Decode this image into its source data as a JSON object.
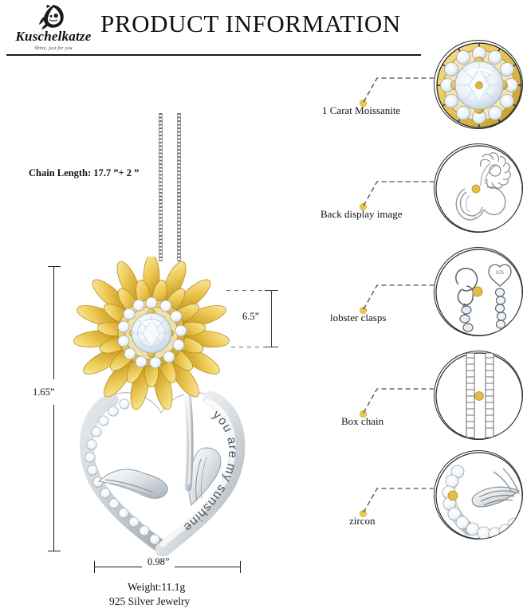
{
  "brand": {
    "name": "Kuschelkatze",
    "tagline": "Shine, just for you",
    "mark_icon": "cat-head-logo-icon"
  },
  "header": {
    "title": "PRODUCT INFORMATION"
  },
  "product": {
    "engraving": "you are my sunshine",
    "weight": "Weight:11.1g",
    "material": "925 Silver Jewelry",
    "chain_length_label": "Chain Length: 17.7 ”+ 2 ”"
  },
  "dimensions": {
    "height": "1.65”",
    "width": "0.98”",
    "sunflower": "6.5”"
  },
  "callouts": [
    {
      "label": "1 Carat Moissanite",
      "icon": "halo-moissanite-stone-icon"
    },
    {
      "label": "Back display image",
      "icon": "pendant-back-view-icon"
    },
    {
      "label": "lobster clasps",
      "icon": "lobster-clasp-icon"
    },
    {
      "label": "Box chain",
      "icon": "box-chain-icon"
    },
    {
      "label": "zircon",
      "icon": "zircon-pave-icon"
    }
  ],
  "colors": {
    "gold": "#e8c24a",
    "gold_dark": "#c59a22",
    "gold_light": "#f7e08a",
    "silver": "#d9dde1",
    "silver_dark": "#8d959c",
    "silver_light": "#fbfcfd",
    "stone": "#e9f0f7",
    "ink": "#111111",
    "dot": "#e9c752"
  }
}
